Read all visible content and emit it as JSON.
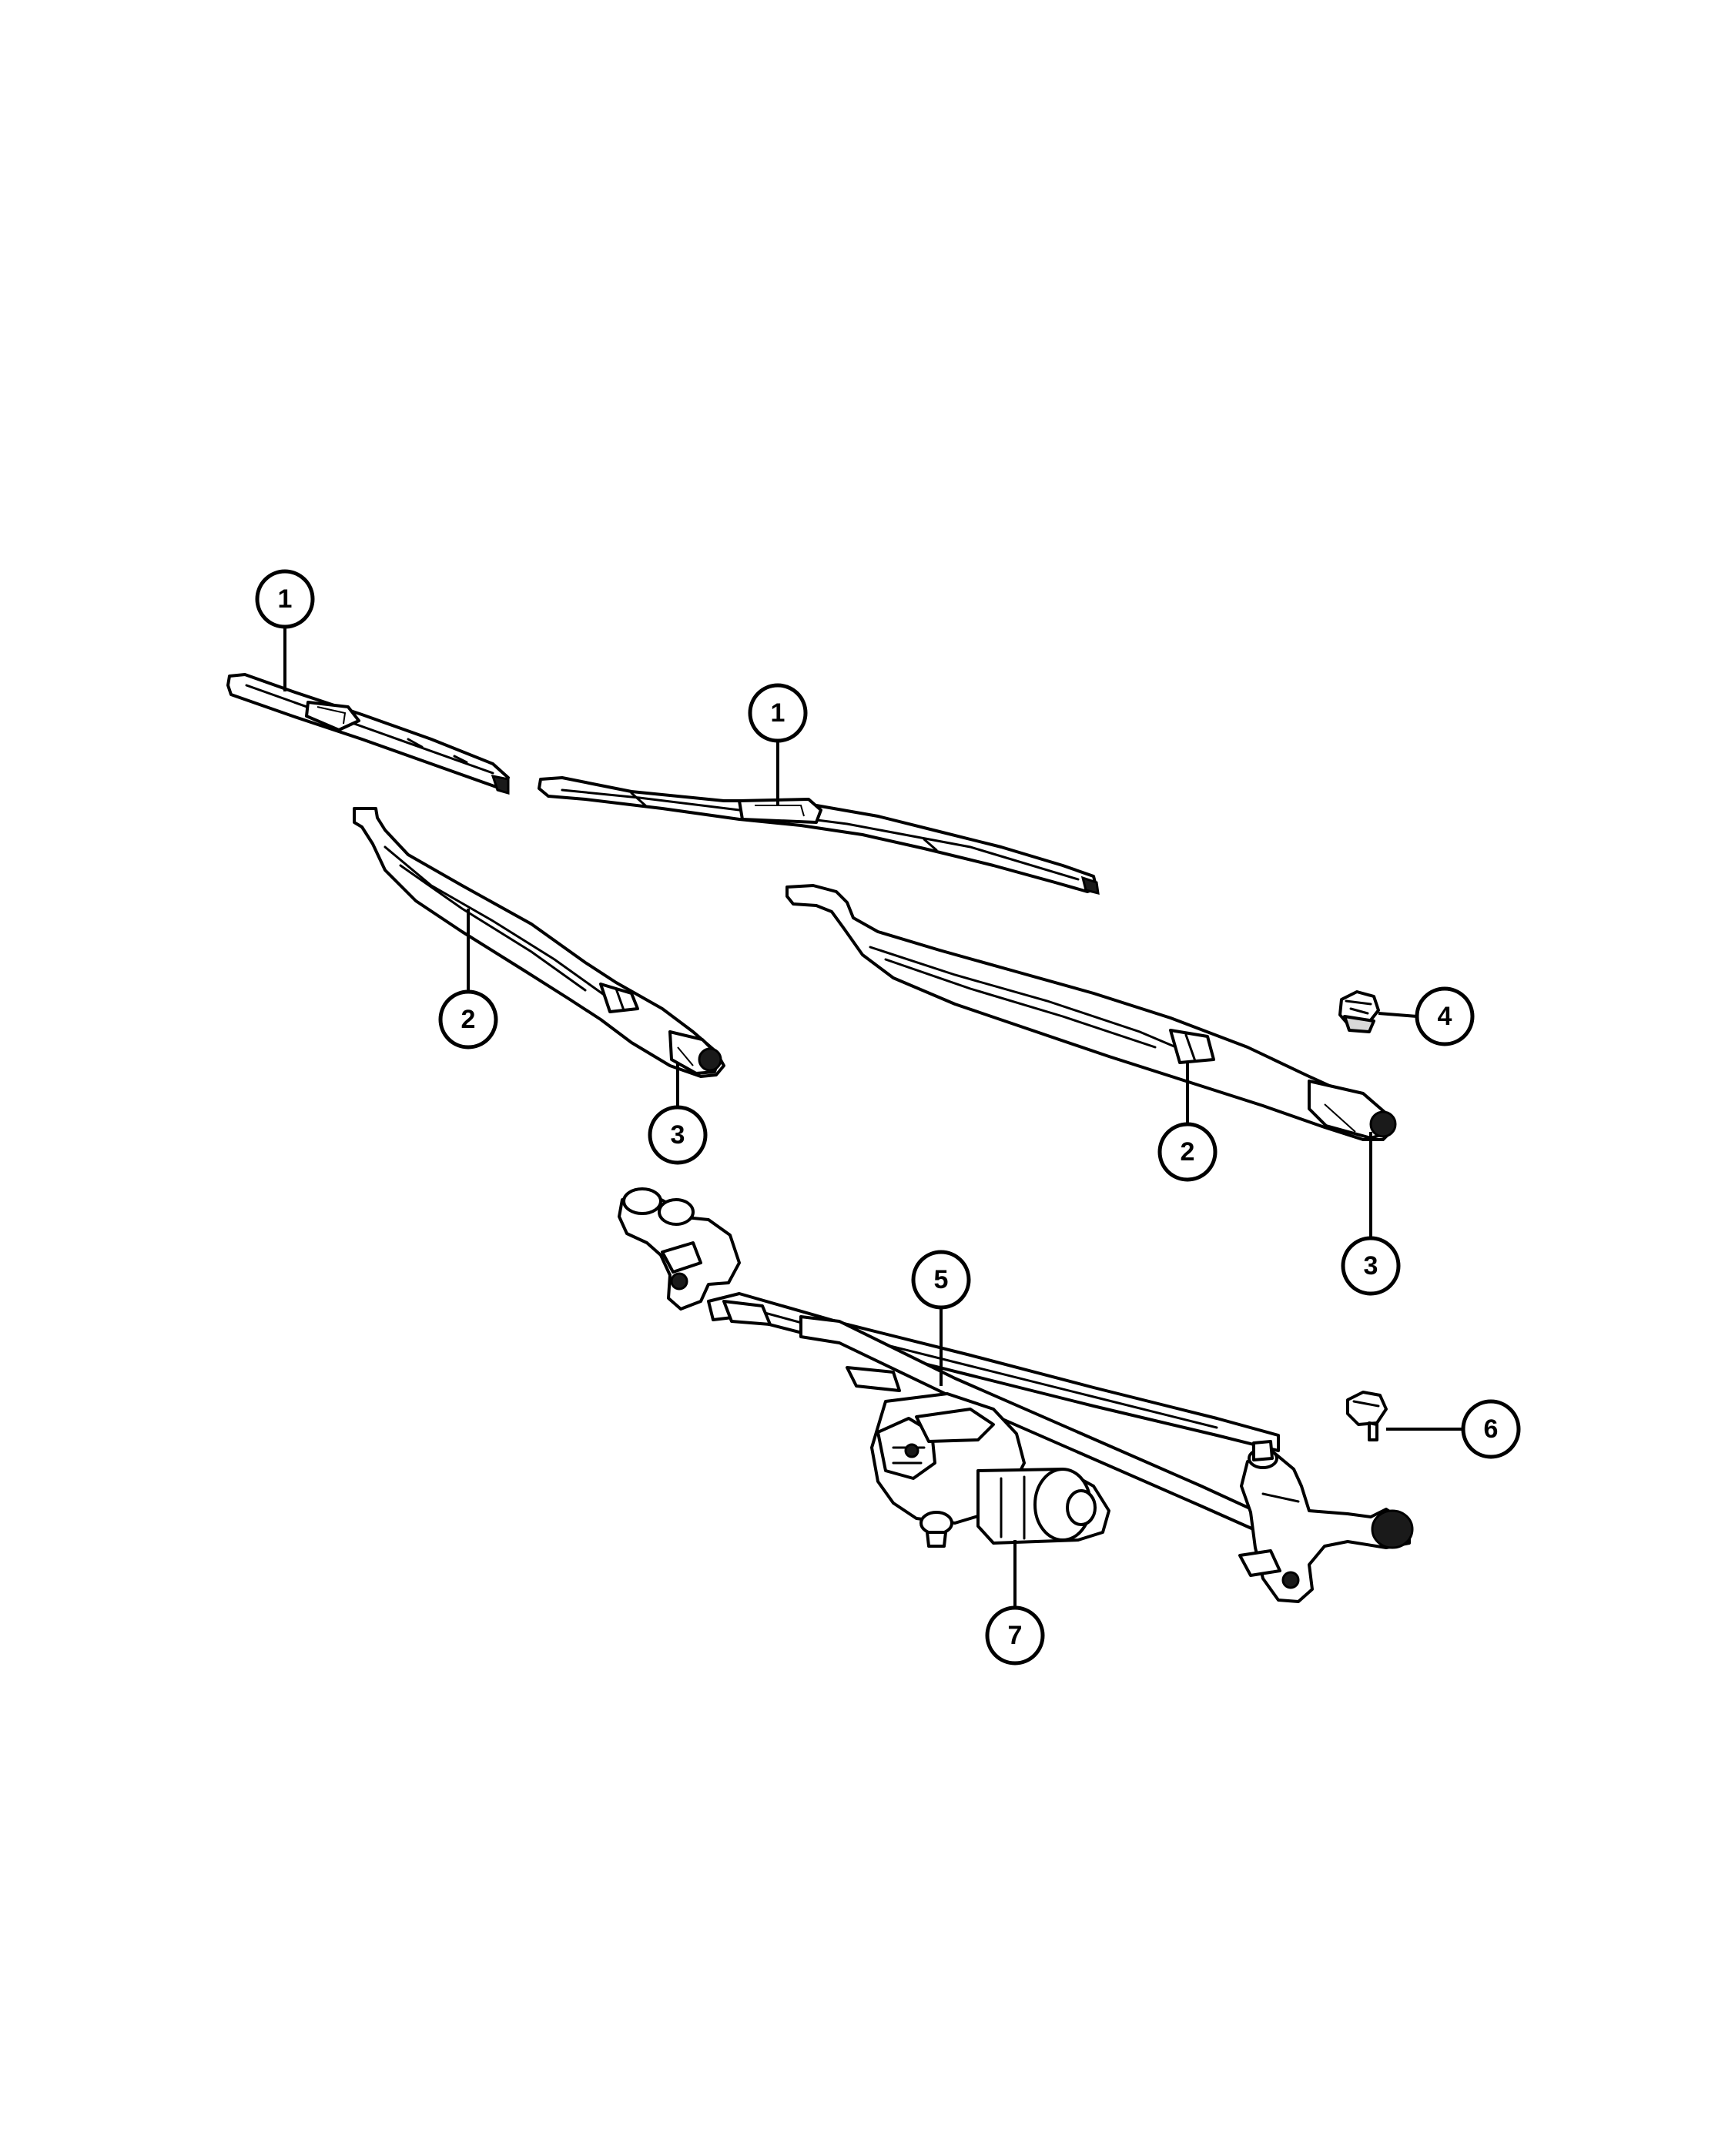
{
  "callouts": [
    {
      "id": "c1a",
      "label": "1"
    },
    {
      "id": "c1b",
      "label": "1"
    },
    {
      "id": "c2a",
      "label": "2"
    },
    {
      "id": "c2b",
      "label": "2"
    },
    {
      "id": "c3a",
      "label": "3"
    },
    {
      "id": "c3b",
      "label": "3"
    },
    {
      "id": "c4",
      "label": "4"
    },
    {
      "id": "c5",
      "label": "5"
    },
    {
      "id": "c6",
      "label": "6"
    },
    {
      "id": "c7",
      "label": "7"
    }
  ]
}
